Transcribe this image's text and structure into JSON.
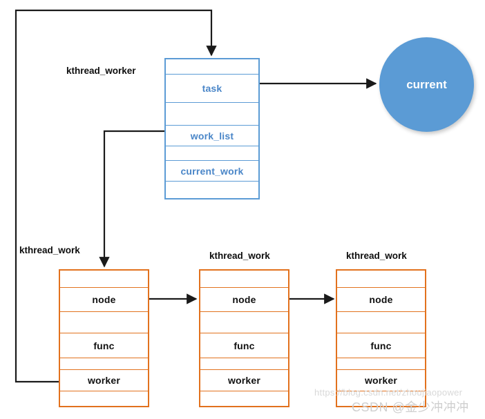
{
  "diagram": {
    "title": "kthread_worker and kthread_work linked structures",
    "colors": {
      "blue_border": "#5B9BD5",
      "blue_text": "#4A86C8",
      "orange_border": "#E2711D",
      "circle_fill": "#5B9BD5",
      "wire": "#1a1a1a",
      "watermark": "#d0d0d0"
    }
  },
  "worker": {
    "caption": "kthread_worker",
    "fields": [
      {
        "label": ""
      },
      {
        "label": "task"
      },
      {
        "label": ""
      },
      {
        "label": "work_list"
      },
      {
        "label": ""
      },
      {
        "label": "current_work"
      },
      {
        "label": ""
      }
    ]
  },
  "current_node": {
    "label": "current"
  },
  "works": [
    {
      "caption": "kthread_work",
      "fields": [
        {
          "label": ""
        },
        {
          "label": "node"
        },
        {
          "label": ""
        },
        {
          "label": "func"
        },
        {
          "label": ""
        },
        {
          "label": "worker"
        },
        {
          "label": ""
        }
      ]
    },
    {
      "caption": "kthread_work",
      "fields": [
        {
          "label": ""
        },
        {
          "label": "node"
        },
        {
          "label": ""
        },
        {
          "label": "func"
        },
        {
          "label": ""
        },
        {
          "label": "worker"
        },
        {
          "label": ""
        }
      ]
    },
    {
      "caption": "kthread_work",
      "fields": [
        {
          "label": ""
        },
        {
          "label": "node"
        },
        {
          "label": ""
        },
        {
          "label": "func"
        },
        {
          "label": ""
        },
        {
          "label": "worker"
        },
        {
          "label": ""
        }
      ]
    }
  ],
  "watermark": {
    "url": "https://blog.csdn.net/zhoujiaopower",
    "name": "CSDN @金少冲冲冲"
  }
}
